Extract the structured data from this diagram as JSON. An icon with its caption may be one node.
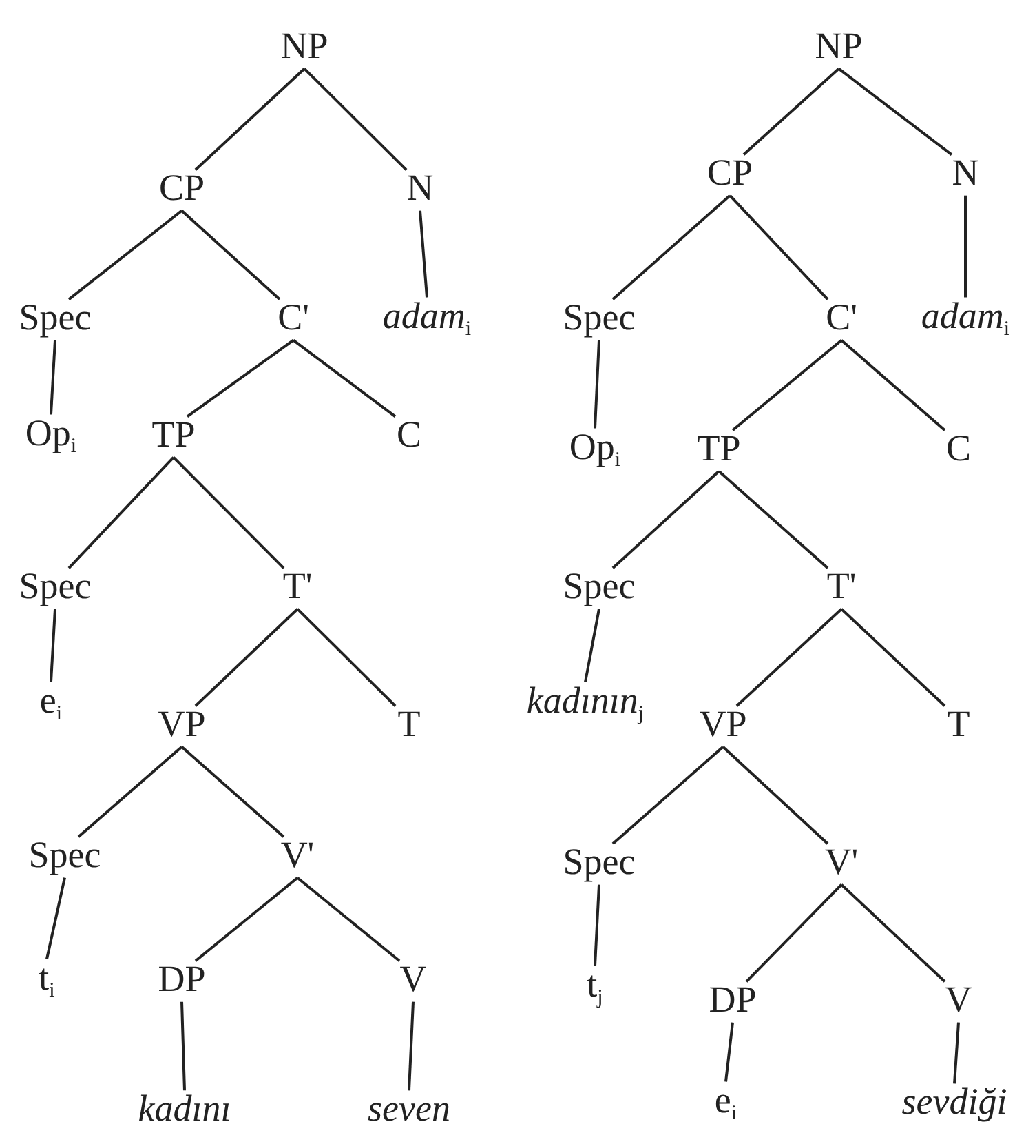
{
  "diagram": {
    "nodes": [
      {
        "text": [
          "NP"
        ]
      },
      {
        "text": [
          "CP"
        ]
      },
      {
        "text": [
          "N"
        ]
      },
      {
        "text": [
          "Spec"
        ]
      },
      {
        "text": [
          "C'"
        ]
      },
      {
        "text": [
          "*adam*$_{i}$"
        ]
      },
      {
        "text": [
          "Op$_{i}$"
        ]
      },
      {
        "text": [
          "TP"
        ]
      },
      {
        "text": [
          "C"
        ]
      },
      {
        "text": [
          "Spec"
        ]
      },
      {
        "text": [
          "T'"
        ]
      },
      {
        "text": [
          "e$_{i}$"
        ]
      },
      {
        "text": [
          "VP"
        ]
      },
      {
        "text": [
          "T"
        ]
      },
      {
        "text": [
          "Spec"
        ]
      },
      {
        "text": [
          "V'"
        ]
      },
      {
        "text": [
          "t$_{i}$"
        ]
      },
      {
        "text": [
          "DP"
        ]
      },
      {
        "text": [
          "V"
        ]
      },
      {
        "text": [
          "kadını"
        ]
      },
      {
        "text": [
          "seven"
        ]
      },
      {
        "text": [
          "NP"
        ]
      },
      {
        "text": [
          "CP"
        ]
      },
      {
        "text": [
          "N"
        ]
      },
      {
        "text": [
          "Spec"
        ]
      },
      {
        "text": [
          "C'"
        ]
      },
      {
        "text": [
          "*adam*$_{i}$"
        ]
      },
      {
        "text": [
          "Op$_{i}$"
        ]
      },
      {
        "text": [
          "TP"
        ]
      },
      {
        "text": [
          "C"
        ]
      },
      {
        "text": [
          "Spec"
        ]
      },
      {
        "text": [
          "T'"
        ]
      },
      {
        "text": [
          "*kadının*$_{j}$"
        ]
      },
      {
        "text": [
          "VP"
        ]
      },
      {
        "text": [
          "T"
        ]
      },
      {
        "text": [
          "Spec"
        ]
      },
      {
        "text": [
          "V'"
        ]
      },
      {
        "text": [
          "t$_{j}$"
        ]
      },
      {
        "text": [
          "DP"
        ]
      },
      {
        "text": [
          "V"
        ]
      },
      {
        "text": [
          "e$_{i}$"
        ]
      },
      {
        "text": [
          "sevdiği"
        ]
      }
    ],
    "edges": [
      {
        "from": 0,
        "to": 1,
        "arrow": "none"
      },
      {
        "from": 0,
        "to": 2,
        "arrow": "none"
      },
      {
        "from": 2,
        "to": 5,
        "arrow": "none"
      },
      {
        "from": 1,
        "to": 3,
        "arrow": "none"
      },
      {
        "from": 1,
        "to": 4,
        "arrow": "none"
      },
      {
        "from": 3,
        "to": 6,
        "arrow": "none"
      },
      {
        "from": 4,
        "to": 7,
        "arrow": "none"
      },
      {
        "from": 4,
        "to": 8,
        "arrow": "none"
      },
      {
        "from": 7,
        "to": 9,
        "arrow": "none"
      },
      {
        "from": 7,
        "to": 10,
        "arrow": "none"
      },
      {
        "from": 9,
        "to": 11,
        "arrow": "none"
      },
      {
        "from": 10,
        "to": 12,
        "arrow": "none"
      },
      {
        "from": 10,
        "to": 13,
        "arrow": "none"
      },
      {
        "from": 12,
        "to": 14,
        "arrow": "none"
      },
      {
        "from": 12,
        "to": 15,
        "arrow": "none"
      },
      {
        "from": 14,
        "to": 16,
        "arrow": "none"
      },
      {
        "from": 15,
        "to": 17,
        "arrow": "none"
      },
      {
        "from": 15,
        "to": 18,
        "arrow": "none"
      },
      {
        "from": 17,
        "to": 19,
        "arrow": "none"
      },
      {
        "from": 18,
        "to": 20,
        "arrow": "none"
      },
      {
        "from": 21,
        "to": 22,
        "arrow": "none"
      },
      {
        "from": 21,
        "to": 23,
        "arrow": "none"
      },
      {
        "from": 23,
        "to": 26,
        "arrow": "none"
      },
      {
        "from": 22,
        "to": 24,
        "arrow": "none"
      },
      {
        "from": 22,
        "to": 25,
        "arrow": "none"
      },
      {
        "from": 24,
        "to": 27,
        "arrow": "none"
      },
      {
        "from": 25,
        "to": 28,
        "arrow": "none"
      },
      {
        "from": 25,
        "to": 29,
        "arrow": "none"
      },
      {
        "from": 28,
        "to": 30,
        "arrow": "none"
      },
      {
        "from": 28,
        "to": 31,
        "arrow": "none"
      },
      {
        "from": 30,
        "to": 32,
        "arrow": "none"
      },
      {
        "from": 31,
        "to": 33,
        "arrow": "none"
      },
      {
        "from": 31,
        "to": 34,
        "arrow": "none"
      },
      {
        "from": 33,
        "to": 35,
        "arrow": "none"
      },
      {
        "from": 33,
        "to": 36,
        "arrow": "none"
      },
      {
        "from": 35,
        "to": 37,
        "arrow": "none"
      },
      {
        "from": 36,
        "to": 38,
        "arrow": "none"
      },
      {
        "from": 36,
        "to": 39,
        "arrow": "none"
      },
      {
        "from": 38,
        "to": 40,
        "arrow": "none"
      },
      {
        "from": 39,
        "to": 41,
        "arrow": "none"
      }
    ]
  }
}
